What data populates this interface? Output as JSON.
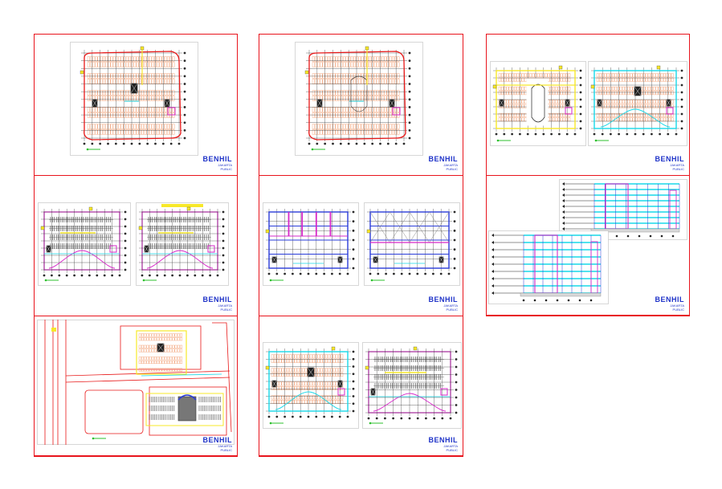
{
  "titleblock": {
    "title": "BENHIL",
    "sub1": "JAKARTA",
    "sub2": "PUBLIC"
  },
  "colors": {
    "frame": "#e8141c",
    "grid": "#2a2a2a",
    "parking": "#f2a37a",
    "yellow": "#f7e82a",
    "cyan": "#18d8e8",
    "magenta": "#d628c8",
    "blue": "#2a3cd8",
    "red": "#e81818",
    "green": "#2cc02c",
    "titleblue": "#1f33c8"
  }
}
